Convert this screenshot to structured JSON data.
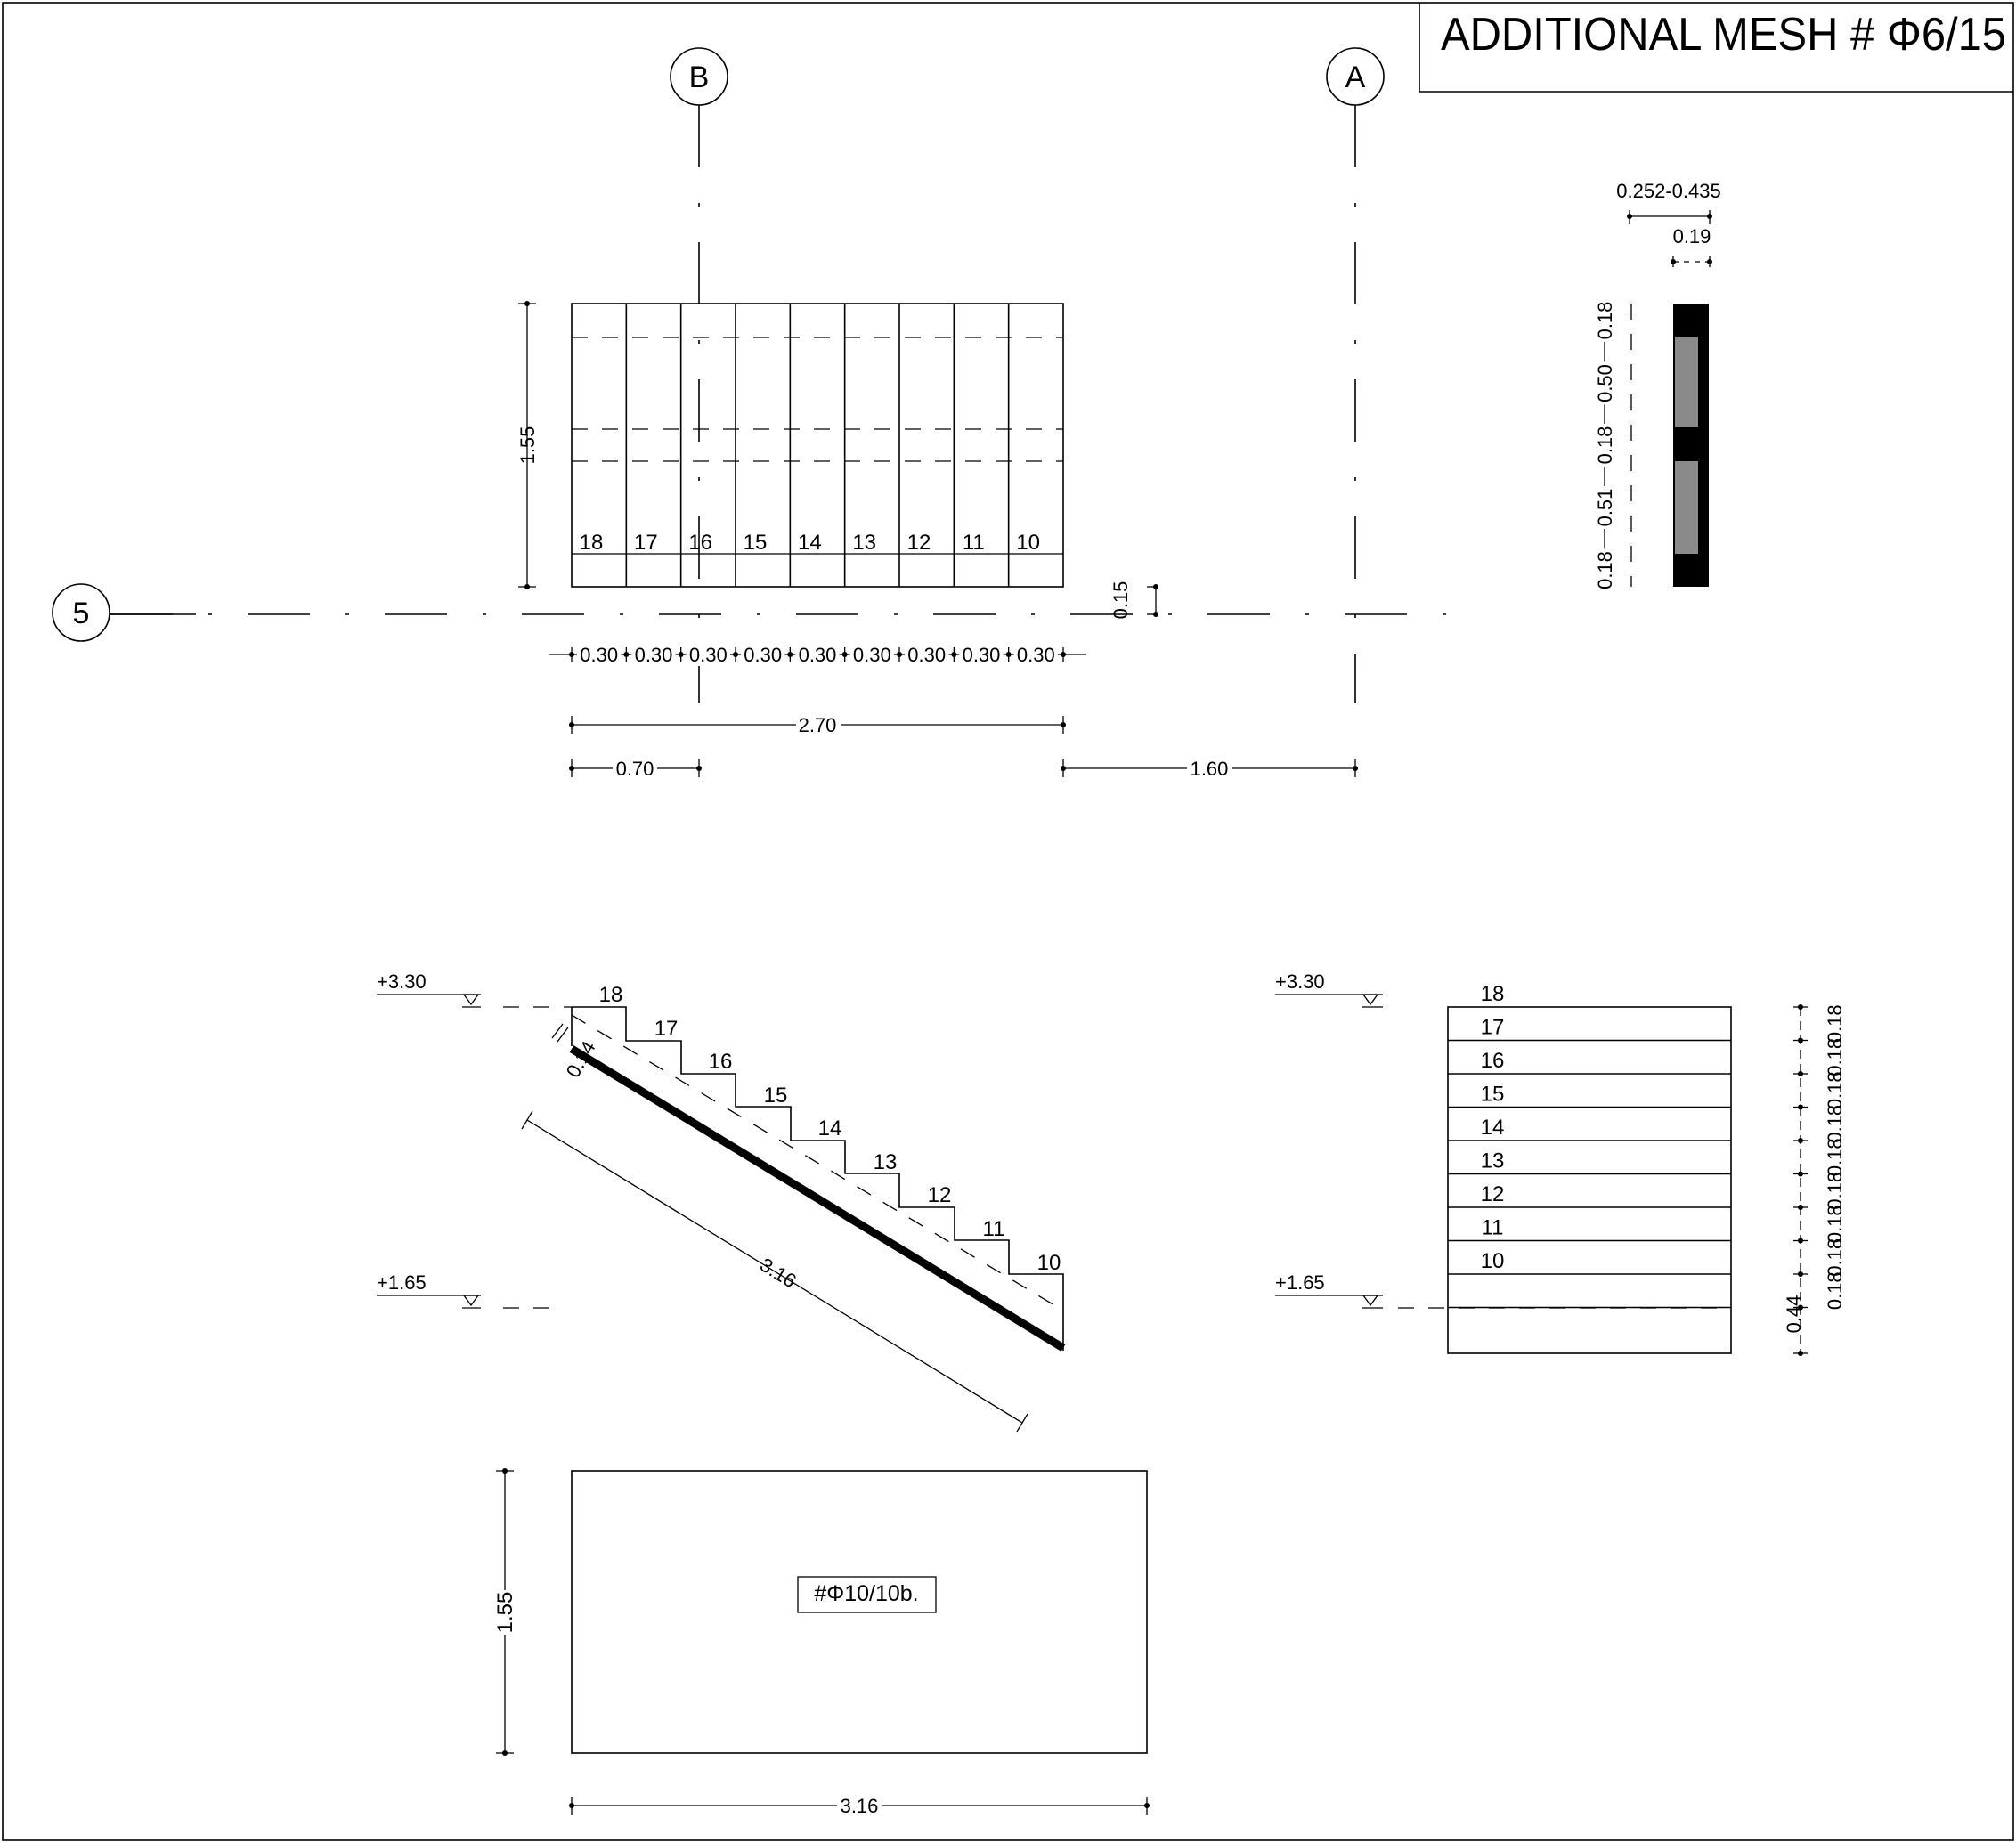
{
  "title": "ADDITIONAL MESH # Φ6/15",
  "grid": {
    "axis_b": "B",
    "axis_a": "A",
    "axis_5": "5"
  },
  "plan": {
    "steps": [
      "18",
      "17",
      "16",
      "15",
      "14",
      "13",
      "12",
      "11",
      "10"
    ],
    "tread_dims": [
      "0.30",
      "0.30",
      "0.30",
      "0.30",
      "0.30",
      "0.30",
      "0.30",
      "0.30",
      "0.30"
    ],
    "width": "1.55",
    "gap": "0.15",
    "total_length": "2.70",
    "offset_b": "0.70",
    "offset_a": "1.60"
  },
  "section_detail": {
    "range": "0.252-0.435",
    "thickness": "0.19",
    "dims": [
      "0.18",
      "0.50",
      "0.18",
      "0.51",
      "0.18"
    ]
  },
  "stair_section": {
    "top_level": "+3.30",
    "bottom_level": "+1.65",
    "steps": [
      "18",
      "17",
      "16",
      "15",
      "14",
      "13",
      "12",
      "11",
      "10"
    ],
    "slab": "0.14",
    "length": "3.16"
  },
  "elevation": {
    "top_level": "+3.30",
    "bottom_level": "+1.65",
    "steps": [
      "18",
      "17",
      "16",
      "15",
      "14",
      "13",
      "12",
      "11",
      "10"
    ],
    "riser_dims": [
      "0.18",
      "0.18",
      "0.18",
      "0.18",
      "0.18",
      "0.18",
      "0.18",
      "0.18",
      "0.18"
    ],
    "bottom_dim": "0.44"
  },
  "slab_plan": {
    "rebar": "#Φ10/10b.",
    "width": "1.55",
    "length": "3.16"
  }
}
